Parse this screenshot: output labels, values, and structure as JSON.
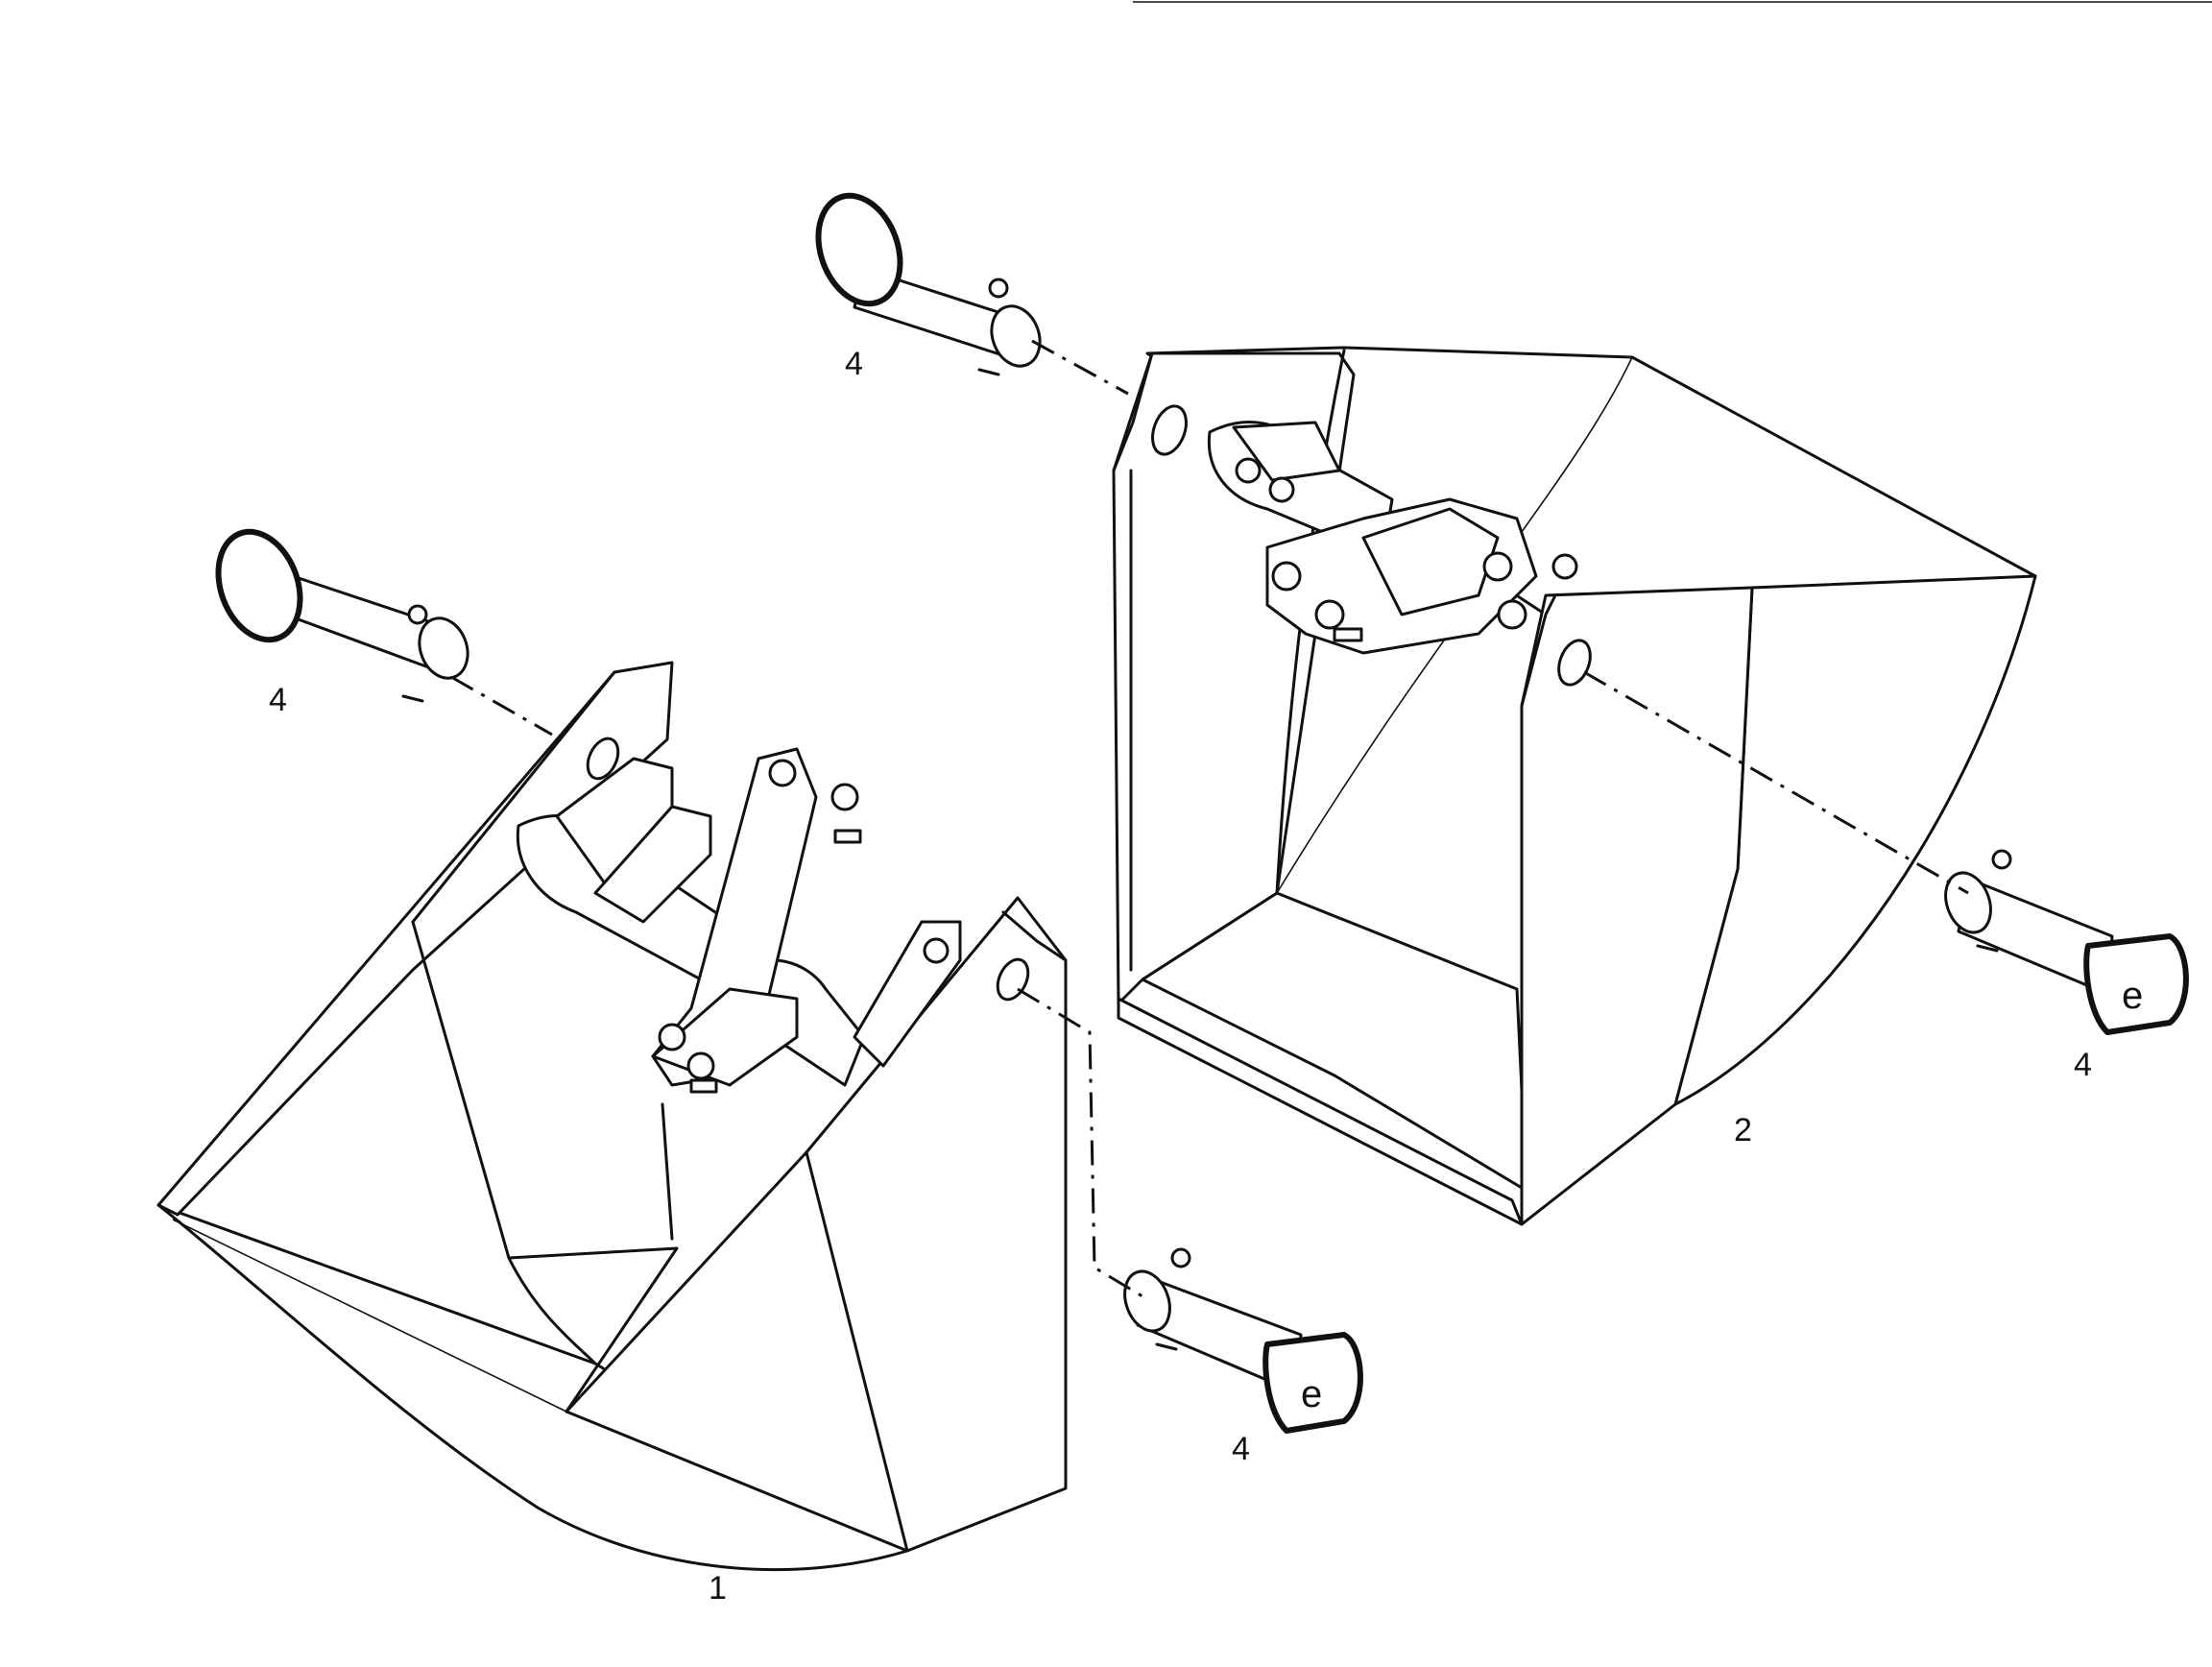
{
  "callouts": {
    "bucket_1": "1",
    "bucket_2": "2",
    "pin_label": "4"
  }
}
